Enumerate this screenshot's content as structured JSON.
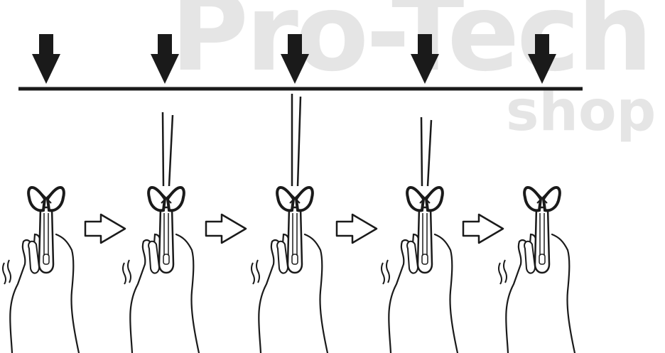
{
  "watermark": {
    "brand": "Pro-Tech",
    "sub": "shop"
  },
  "diagram": {
    "steps": [
      {
        "antenna": "folded"
      },
      {
        "antenna": "rising"
      },
      {
        "antenna": "extended"
      },
      {
        "antenna": "retracting"
      },
      {
        "antenna": "folded"
      }
    ],
    "arrow_count": 5,
    "transition_count": 4
  },
  "colors": {
    "ink": "#1a1a1a",
    "watermark": "#e5e5e5",
    "background": "#ffffff"
  }
}
